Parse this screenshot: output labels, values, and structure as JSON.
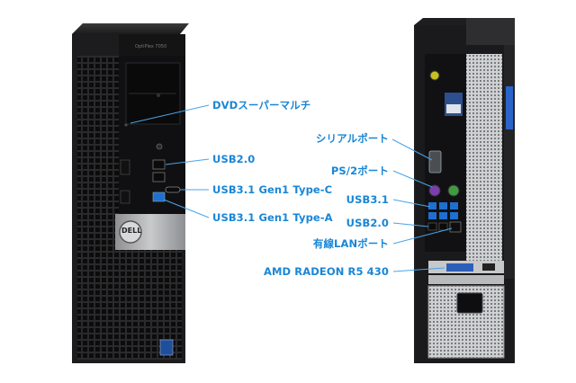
{
  "brand": {
    "logo_text": "DELL",
    "model_text": "OptiPlex 7050"
  },
  "front_labels": [
    {
      "id": "dvd",
      "text": "DVDスーパーマルチ"
    },
    {
      "id": "usb20-front",
      "text": "USB2.0"
    },
    {
      "id": "usb31-c",
      "text": "USB3.1 Gen1 Type-C"
    },
    {
      "id": "usb31-a",
      "text": "USB3.1 Gen1 Type-A"
    }
  ],
  "rear_labels": [
    {
      "id": "serial",
      "text": "シリアルポート"
    },
    {
      "id": "ps2",
      "text": "PS/2ポート"
    },
    {
      "id": "usb31-rear",
      "text": "USB3.1"
    },
    {
      "id": "usb20-rear",
      "text": "USB2.0"
    },
    {
      "id": "lan",
      "text": "有線LANポート"
    },
    {
      "id": "gpu",
      "text": "AMD RADEON R5 430"
    }
  ],
  "colors": {
    "label": "#1a86d6",
    "chassis": "#1c1c1e",
    "bezel": "#101012",
    "accent_blue": "#1e6fd0"
  }
}
